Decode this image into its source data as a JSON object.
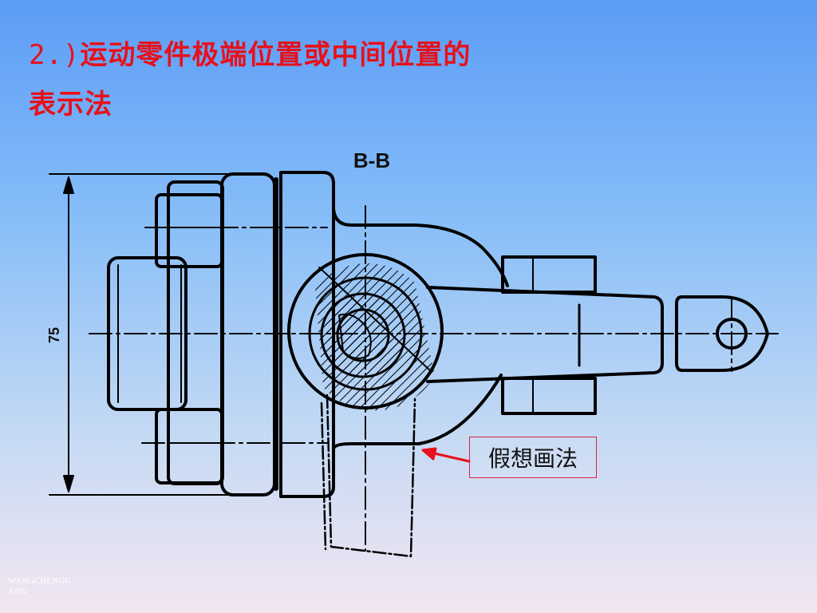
{
  "slide": {
    "title_number": "2.)",
    "title_line1": "运动零件极端位置或中间位置的",
    "title_line2": "表示法",
    "section_label": "B-B",
    "dimension_label": "75",
    "callout_text": "假想画法",
    "watermark": "WANGCHENGGANG"
  },
  "colors": {
    "title": "#e8101a",
    "linework": "#000000",
    "leader_arrow": "#e8101a",
    "callout_border": "#d7263d"
  }
}
